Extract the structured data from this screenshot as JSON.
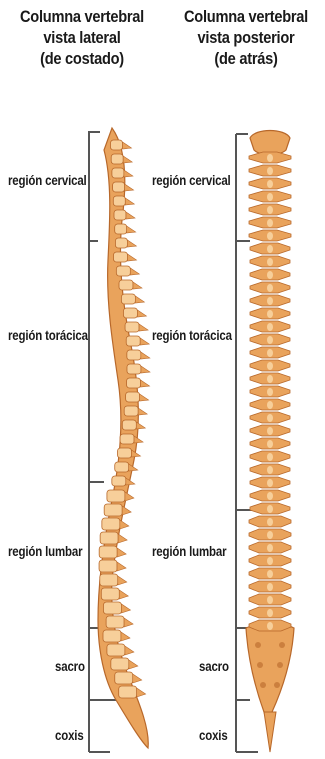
{
  "left_view": {
    "title_lines": [
      "Columna vertebral",
      "vista lateral",
      "(de costado)"
    ],
    "labels": {
      "cervical": "región cervical",
      "toracica": "región torácica",
      "lumbar": "región lumbar",
      "sacro": "sacro",
      "coxis": "coxis"
    }
  },
  "right_view": {
    "title_lines": [
      "Columna vertebral",
      "vista posterior",
      "(de atrás)"
    ],
    "labels": {
      "cervical": "región cervical",
      "toracica": "región torácica",
      "lumbar": "región lumbar",
      "sacro": "sacro",
      "coxis": "coxis"
    }
  },
  "colors": {
    "bone": "#e9a35c",
    "bone_dark": "#b8682a",
    "bone_light": "#f7cf9a",
    "bracket": "#555555"
  }
}
